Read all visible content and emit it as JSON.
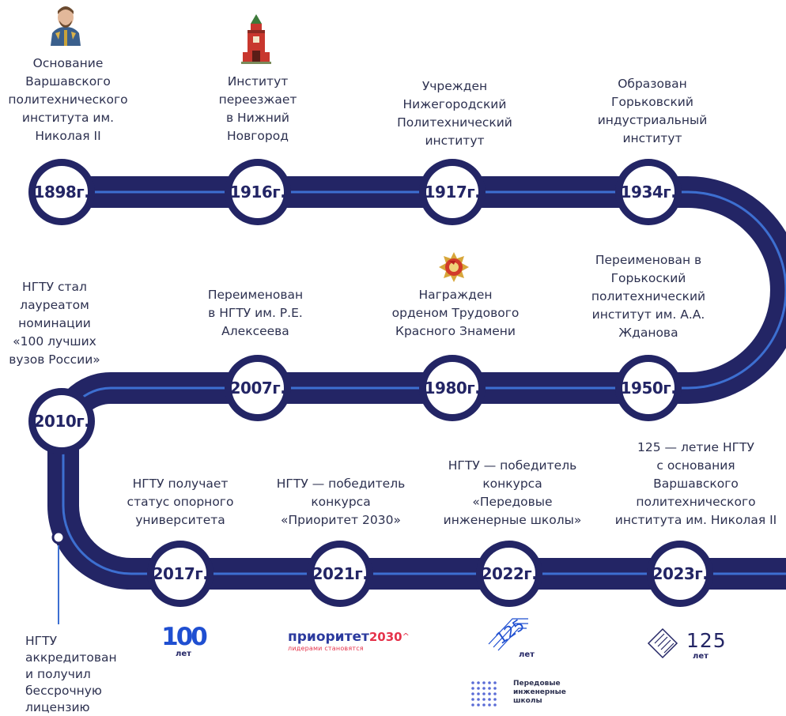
{
  "colors": {
    "track_dark": "#232565",
    "track_line": "#3d6fd1",
    "text": "#2d3150",
    "prio_blue": "#2b3a9e",
    "prio_red": "#e5334b",
    "logo_blue": "#1f4fd1"
  },
  "milestones": [
    {
      "year": "1898г.",
      "text": "Основание\nВаршавского\nполитехнического\nинститута им.\nНиколая II",
      "icon": "nicholas-ii-portrait-icon"
    },
    {
      "year": "1916г.",
      "text": "Институт\nпереезжает\nв Нижний\nНовгород",
      "icon": "kremlin-tower-icon"
    },
    {
      "year": "1917г.",
      "text": "Учрежден\nНижегородский\nПолитехнический\nинститут"
    },
    {
      "year": "1934г.",
      "text": "Образован\nГорьковский\nиндустриальный\nинститут"
    },
    {
      "year": "1950г.",
      "text": "Переименован в\nГорькоский\nполитехнический\nинститут им. А.А.\nЖданова"
    },
    {
      "year": "1980г.",
      "text": "Награжден\nорденом Трудового\nКрасного Знамени",
      "icon": "order-of-red-banner-icon"
    },
    {
      "year": "2007г.",
      "text": "Переименован\nв НГТУ им. Р.Е.\nАлексеева"
    },
    {
      "year": "2010г.",
      "text": "НГТУ стал\nлауреатом\nноминации\n«100 лучших\nвузов России»"
    },
    {
      "year": "2017г.",
      "text": "НГТУ получает\nстатус опорного\nуниверситета"
    },
    {
      "year": "2021г.",
      "text": "НГТУ — победитель\nконкурса\n«Приоритет 2030»"
    },
    {
      "year": "2022г.",
      "text": "НГТУ — победитель\nконкурса\n«Передовые\nинженерные школы»"
    },
    {
      "year": "2023г.",
      "text": "125 — летие НГТУ\nс основания\nВаршавского\nполитехнического\nинститута им. Николая II"
    }
  ],
  "side_note": {
    "text": "НГТУ\nаккредитован\nи получил\nбессрочную\nлицензию"
  },
  "logos": {
    "hundred": {
      "number": "100",
      "sub": "лет"
    },
    "priority": {
      "word": "приоритет",
      "year": "2030",
      "mark": "^",
      "tagline": "лидерами становятся"
    },
    "years125_a": {
      "number": "125",
      "sub": "лет"
    },
    "pish": {
      "text": "Передовые\nинженерные\nшколы"
    },
    "years125_b": {
      "number": "125",
      "sub": "лет"
    }
  }
}
